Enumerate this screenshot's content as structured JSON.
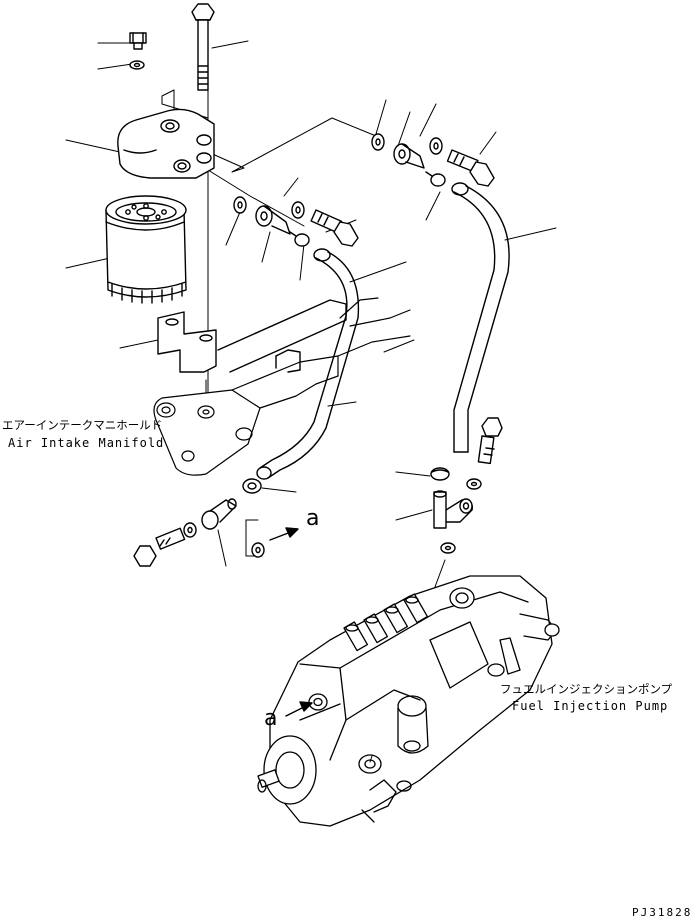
{
  "labels": {
    "air_intake_manifold_jp": "エアーインテークマニホールド",
    "air_intake_manifold_en": "Air Intake Manifold",
    "fuel_injection_pump_jp": "フュエルインジェクションポンプ",
    "fuel_injection_pump_en": "Fuel Injection Pump",
    "view_arrow_top": "a",
    "view_arrow_pump": "a",
    "drawing_code": "PJ31828"
  },
  "style": {
    "line_color": "#000000",
    "background": "#ffffff"
  }
}
